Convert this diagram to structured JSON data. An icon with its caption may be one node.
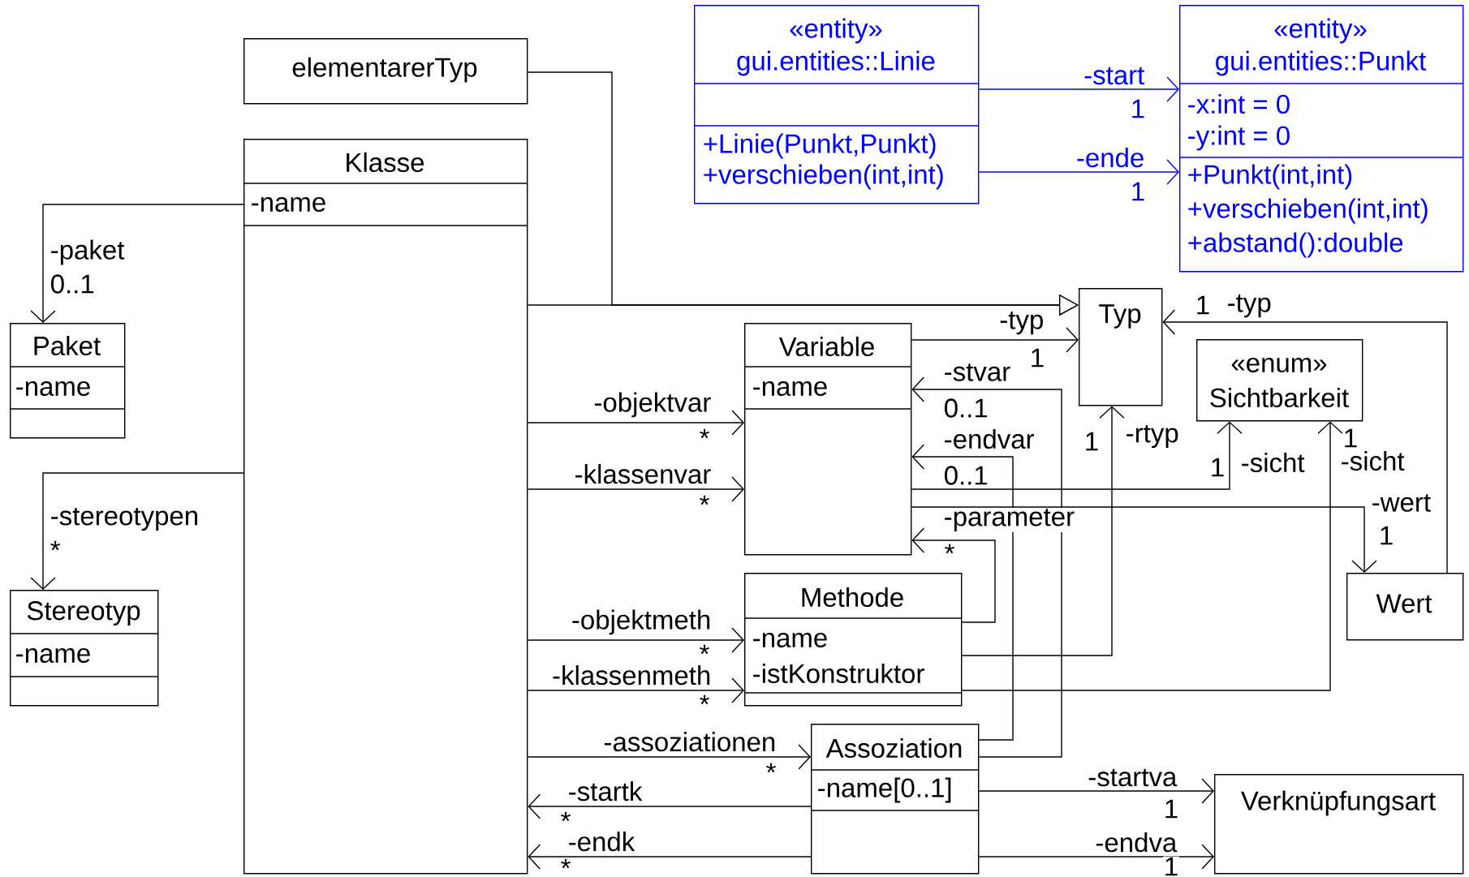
{
  "diagram": {
    "nodes": [
      {
        "text": [
          "«entity»",
          "gui.entities::Linie",
          "+Linie(Punkt,Punkt)",
          "+verschieben(int,int)"
        ]
      },
      {
        "text": [
          "«entity»",
          "gui.entities::Punkt",
          "-x:int = 0",
          "-y:int = 0",
          "+Punkt(int,int)",
          "+verschieben(int,int)",
          "+abstand():double"
        ]
      },
      {
        "text": [
          "elementarerTyp"
        ]
      },
      {
        "text": [
          "Klasse",
          "-name"
        ]
      },
      {
        "text": [
          "Paket",
          "-name"
        ]
      },
      {
        "text": [
          "Typ"
        ]
      },
      {
        "text": [
          "«enum»",
          "Sichtbarkeit"
        ]
      },
      {
        "text": [
          "Variable",
          "-name"
        ]
      },
      {
        "text": [
          "Stereotyp",
          "-name"
        ]
      },
      {
        "text": [
          "Methode",
          "-name",
          "-istKonstruktor"
        ]
      },
      {
        "text": [
          "Wert"
        ]
      },
      {
        "text": [
          "Assoziation",
          "-name[0..1]"
        ]
      },
      {
        "text": [
          "Verknüpfungsart"
        ]
      }
    ],
    "edges": [
      {
        "from": 2,
        "to": 5,
        "arrow": "to"
      },
      {
        "from": 3,
        "to": 5,
        "arrow": "to"
      },
      {
        "from": 3,
        "to": 4,
        "arrow": "to",
        "label": "-paket"
      },
      {
        "from": 3,
        "to": 8,
        "arrow": "to",
        "label": "-stereotypen"
      },
      {
        "from": 3,
        "to": 7,
        "arrow": "to",
        "label": "-objektvar"
      },
      {
        "from": 3,
        "to": 7,
        "arrow": "to",
        "label": "-klassenvar"
      },
      {
        "from": 3,
        "to": 9,
        "arrow": "to",
        "label": "-objektmeth"
      },
      {
        "from": 3,
        "to": 9,
        "arrow": "to",
        "label": "-klassenmeth"
      },
      {
        "from": 3,
        "to": 11,
        "arrow": "to",
        "label": "-assoziationen"
      },
      {
        "from": 11,
        "to": 3,
        "arrow": "to",
        "label": "-startk"
      },
      {
        "from": 11,
        "to": 3,
        "arrow": "to",
        "label": "-endk"
      },
      {
        "from": 7,
        "to": 5,
        "arrow": "to",
        "label": "-typ"
      },
      {
        "from": 11,
        "to": 7,
        "arrow": "to",
        "label": "-stvar"
      },
      {
        "from": 11,
        "to": 7,
        "arrow": "to",
        "label": "-endvar"
      },
      {
        "from": 9,
        "to": 7,
        "arrow": "to",
        "label": "-parameter"
      },
      {
        "from": 7,
        "to": 6,
        "arrow": "to",
        "label": "-sicht"
      },
      {
        "from": 7,
        "to": 10,
        "arrow": "to",
        "label": "-wert"
      },
      {
        "from": 9,
        "to": 5,
        "arrow": "to",
        "label": "-rtyp"
      },
      {
        "from": 9,
        "to": 6,
        "arrow": "to",
        "label": "-sicht"
      },
      {
        "from": 10,
        "to": 5,
        "arrow": "to",
        "label": "-typ"
      },
      {
        "from": 11,
        "to": 12,
        "arrow": "to",
        "label": "-startva"
      },
      {
        "from": 11,
        "to": 12,
        "arrow": "to",
        "label": "-endva"
      },
      {
        "from": 0,
        "to": 1,
        "arrow": "to",
        "label": "-start",
        "color": "#0000ff"
      },
      {
        "from": 0,
        "to": 1,
        "arrow": "to",
        "label": "-ende",
        "color": "#0000ff"
      }
    ],
    "labels": [
      "0..1",
      "*",
      "*",
      "*",
      "*",
      "*",
      "*",
      "*",
      "*",
      "1",
      "0..1",
      "0..1",
      "*",
      "1",
      "1",
      "1",
      "1",
      "1",
      "1",
      "1",
      "1",
      "1"
    ]
  }
}
